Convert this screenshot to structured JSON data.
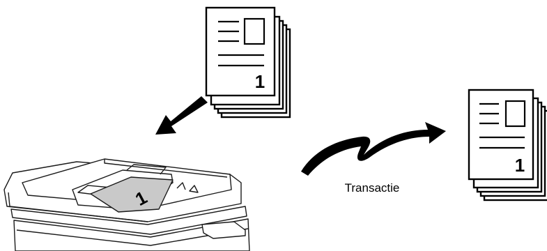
{
  "original_document": {
    "page_number": "1"
  },
  "sent_document": {
    "page_number": "1"
  },
  "tray_document": {
    "page_number": "1"
  },
  "transmission": {
    "label": "Transactie"
  }
}
